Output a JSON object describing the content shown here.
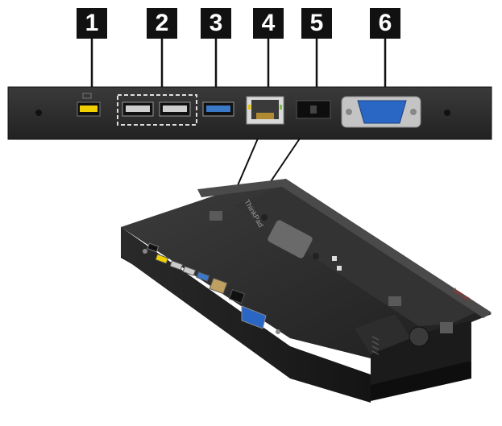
{
  "callouts": [
    {
      "number": "1",
      "port": "always-on-usb-connector"
    },
    {
      "number": "2",
      "port": "usb-2-connectors"
    },
    {
      "number": "3",
      "port": "usb-3-connector"
    },
    {
      "number": "4",
      "port": "ethernet-connector"
    },
    {
      "number": "5",
      "port": "security-lock-slot"
    },
    {
      "number": "6",
      "port": "vga-connector"
    }
  ],
  "dock_text": {
    "top_logo": "ThinkPad",
    "side_logo": "lenovo"
  },
  "colors": {
    "badge": "#111111",
    "usb_always_on": "#f0d000",
    "usb_3": "#3a78c8",
    "vga": "#2a66c4",
    "ethernet_led_left": "#e8c400",
    "ethernet_led_right": "#7ac04a",
    "panel": "#2b2b2b"
  }
}
